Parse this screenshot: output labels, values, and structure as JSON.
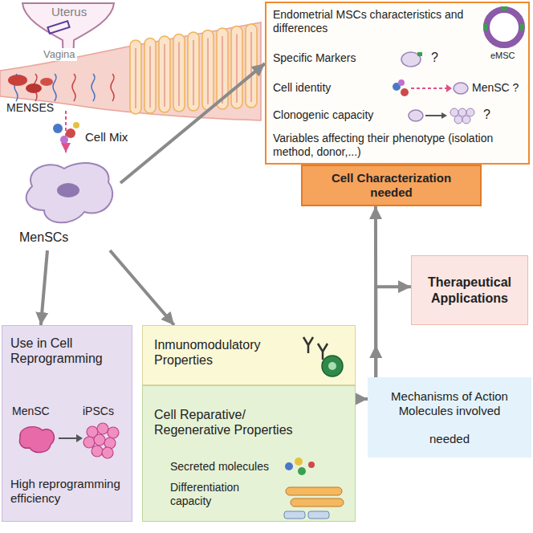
{
  "diagram": {
    "nodes": [
      {
        "text": [
          "MenSCs"
        ]
      },
      {
        "text": [
          "Endometrial MSCs characteristics and differences",
          "Specific Markers",
          "?",
          "Cell identity",
          "MenSC ?",
          "Clonogenic capacity",
          "?",
          "Variables affecting their phenotype (isolation method, donor,...)",
          "eMSC"
        ]
      },
      {
        "text": [
          "Cell Characterization needed"
        ]
      },
      {
        "text": [
          "Therapeutical Applications"
        ]
      },
      {
        "text": [
          "Mechanisms of Action Molecules involved",
          "needed"
        ]
      },
      {
        "text": [
          "Use in Cell Reprogramming",
          "MenSC",
          "iPSCs",
          "High reprogramming efficiency"
        ]
      },
      {
        "text": [
          "Inmunomodulatory Properties"
        ]
      },
      {
        "text": [
          "Cell Reparative/ Regenerative Properties",
          "Secreted molecules",
          "Differentiation capacity"
        ]
      }
    ],
    "edges": [
      {
        "from": 0,
        "to": 1,
        "arrow": "to"
      },
      {
        "from": 0,
        "to": 5,
        "arrow": "to"
      },
      {
        "from": 0,
        "to": 6,
        "arrow": "to"
      },
      {
        "from": 7,
        "to": 4,
        "arrow": "to"
      },
      {
        "from": 4,
        "to": 2,
        "arrow": "to"
      },
      {
        "from": 4,
        "to": 3,
        "arrow": "to"
      }
    ],
    "labels": [
      "Uterus",
      "Vagina",
      "MENSES",
      "Cell Mix"
    ]
  }
}
